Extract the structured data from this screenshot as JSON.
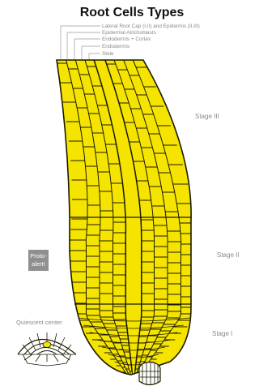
{
  "title": "Root Cells Types",
  "legend": [
    "Lateral Root Cap (I,II) and Epidermis (II,III)",
    "Epidermal Atrichoblasts",
    "Endodermis + Cortex",
    "Endodermis",
    "Stele"
  ],
  "stages": [
    "Stage III",
    "Stage II",
    "Stage I"
  ],
  "proto_label": [
    "Proto-",
    "alert!"
  ],
  "quiescent_label": "Quiescent center",
  "colors": {
    "cell_fill": "#f5e400",
    "cell_line": "#1a1a00",
    "qc_fill": "#f5e400",
    "proto_box": "#8f8f8f",
    "label_gray": "#8a8a8a"
  }
}
